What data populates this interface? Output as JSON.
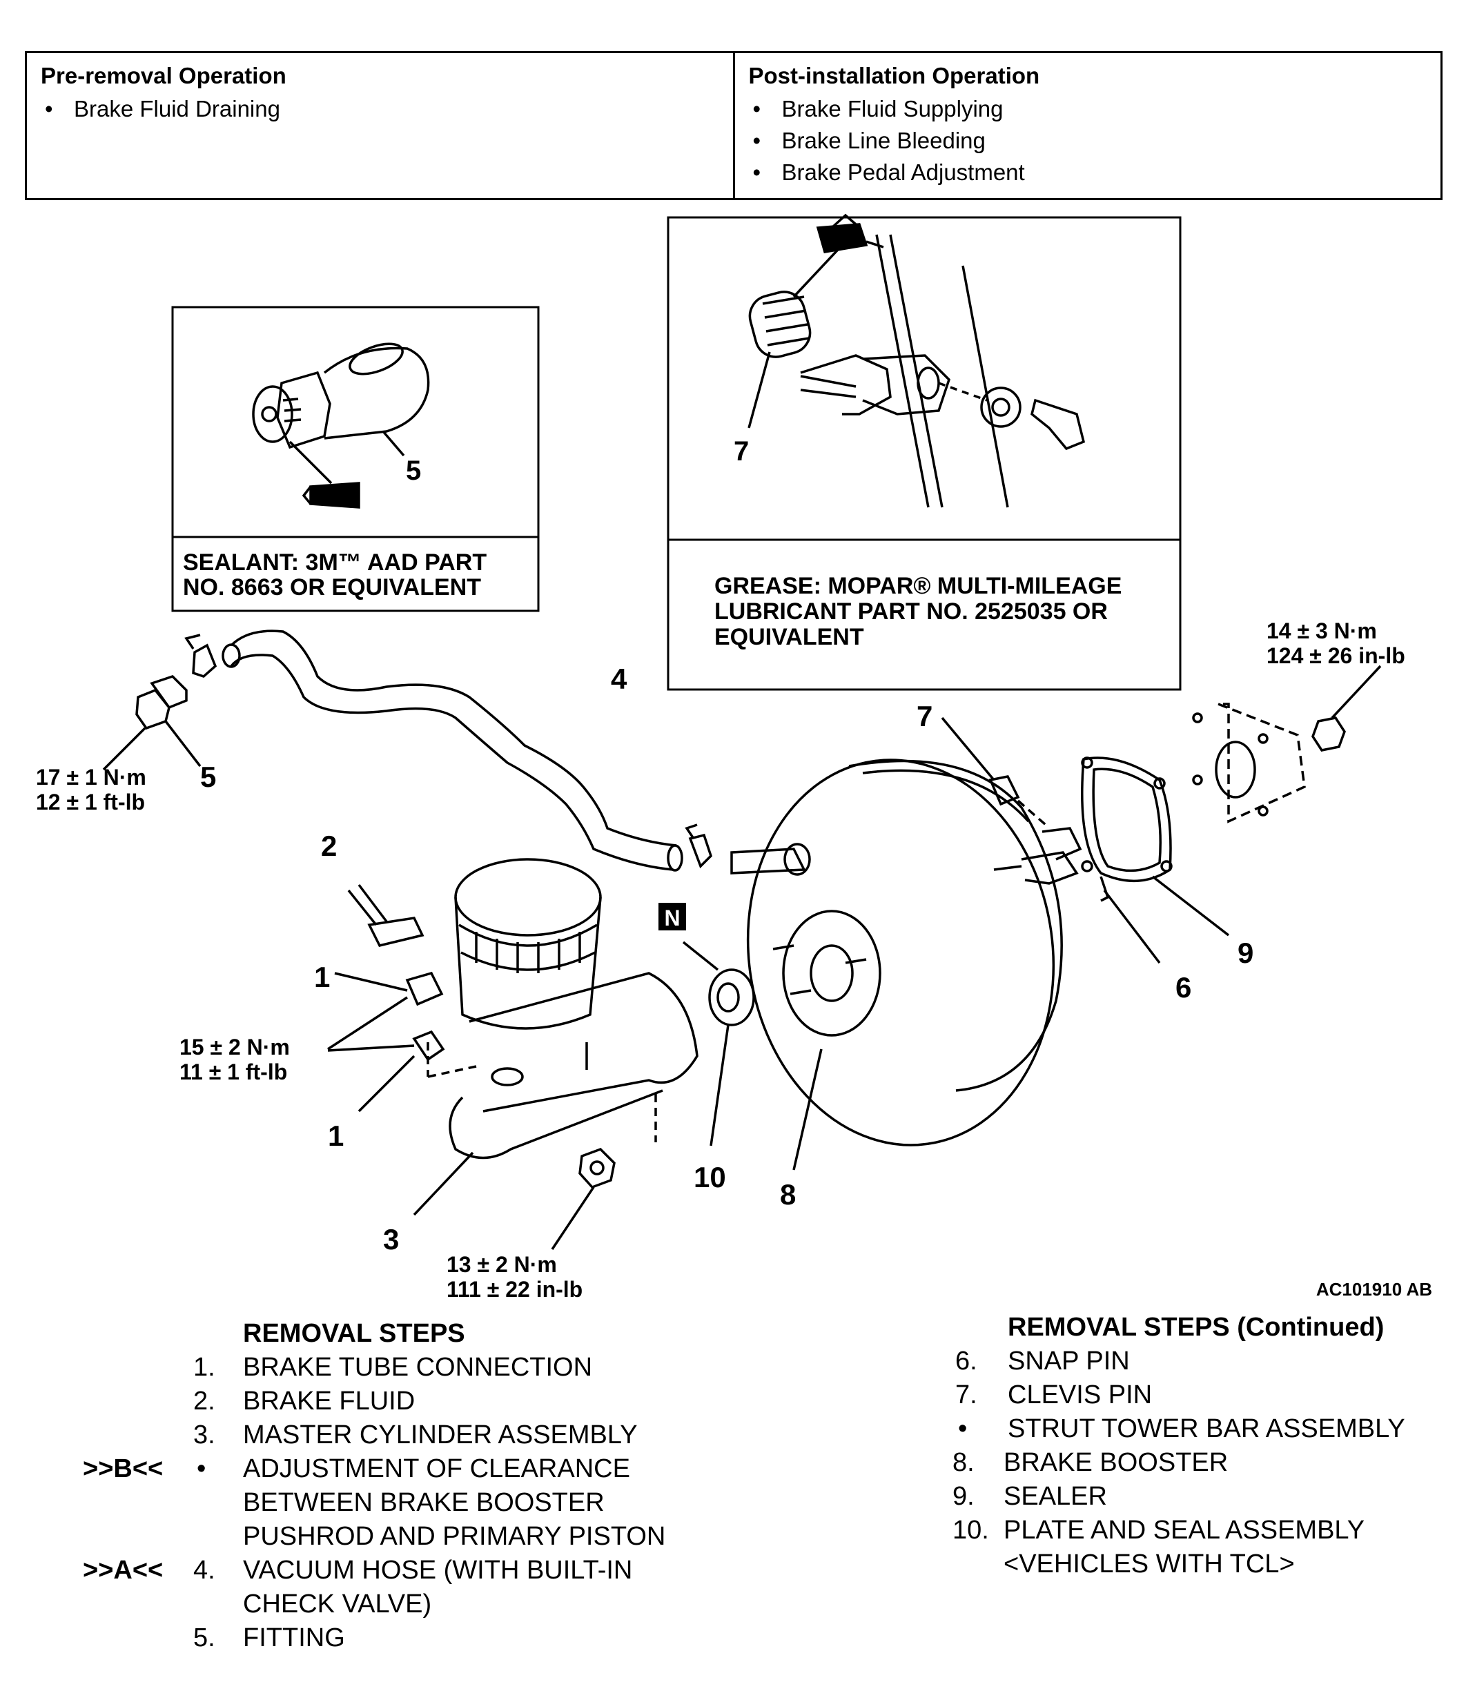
{
  "operations": {
    "pre_title": "Pre-removal Operation",
    "pre_items": [
      "Brake Fluid Draining"
    ],
    "post_title": "Post-installation Operation",
    "post_items": [
      "Brake Fluid Supplying",
      "Brake Line Bleeding",
      "Brake Pedal Adjustment"
    ]
  },
  "callouts": {
    "sealant_line1": "SEALANT: 3M™ AAD PART",
    "sealant_line2": "NO. 8663 OR EQUIVALENT",
    "grease_line1": "GREASE: MOPAR® MULTI-MILEAGE",
    "grease_line2": "LUBRICANT PART NO. 2525035 OR",
    "grease_line3": "EQUIVALENT"
  },
  "part_labels": {
    "inset5": "5",
    "inset7": "7",
    "p4": "4",
    "p5": "5",
    "p2": "2",
    "p1a": "1",
    "p1b": "1",
    "p3": "3",
    "p10": "10",
    "p8": "8",
    "p7": "7",
    "p6": "6",
    "p9": "9",
    "n_badge": "N"
  },
  "torques": {
    "t5_line1": "17 ± 1 N·m",
    "t5_line2": "12 ± 1 ft-lb",
    "t1_line1": "15 ± 2 N·m",
    "t1_line2": "11 ± 1 ft-lb",
    "t3_line1": "13 ± 2 N·m",
    "t3_line2": "111 ± 22 in-lb",
    "t9_line1": "14 ± 3 N·m",
    "t9_line2": "124 ± 26 in-lb"
  },
  "figure_id": "AC101910 AB",
  "removal_left": {
    "title": "REMOVAL STEPS",
    "rows": [
      {
        "tag": "",
        "num": "1.",
        "text": "BRAKE TUBE CONNECTION"
      },
      {
        "tag": "",
        "num": "2.",
        "text": "BRAKE FLUID"
      },
      {
        "tag": "",
        "num": "3.",
        "text": "MASTER CYLINDER ASSEMBLY"
      },
      {
        "tag": ">>B<<",
        "num": "•",
        "text": "ADJUSTMENT OF CLEARANCE"
      },
      {
        "tag": "",
        "num": "",
        "text": "BETWEEN BRAKE BOOSTER"
      },
      {
        "tag": "",
        "num": "",
        "text": "PUSHROD AND PRIMARY PISTON"
      },
      {
        "tag": ">>A<<",
        "num": "4.",
        "text": "VACUUM HOSE (WITH BUILT-IN"
      },
      {
        "tag": "",
        "num": "",
        "text": "CHECK VALVE)"
      },
      {
        "tag": "",
        "num": "5.",
        "text": "FITTING"
      }
    ]
  },
  "removal_right": {
    "title": "REMOVAL STEPS (Continued)",
    "rows": [
      {
        "num": "6.",
        "text": "SNAP PIN"
      },
      {
        "num": "7.",
        "text": "CLEVIS PIN"
      },
      {
        "num": "•",
        "text": "STRUT TOWER BAR ASSEMBLY"
      },
      {
        "num": "8.",
        "text": "BRAKE BOOSTER"
      },
      {
        "num": "9.",
        "text": "SEALER"
      },
      {
        "num": "10.",
        "text": "PLATE AND SEAL ASSEMBLY"
      },
      {
        "num": "",
        "text": "<VEHICLES WITH TCL>"
      }
    ]
  }
}
